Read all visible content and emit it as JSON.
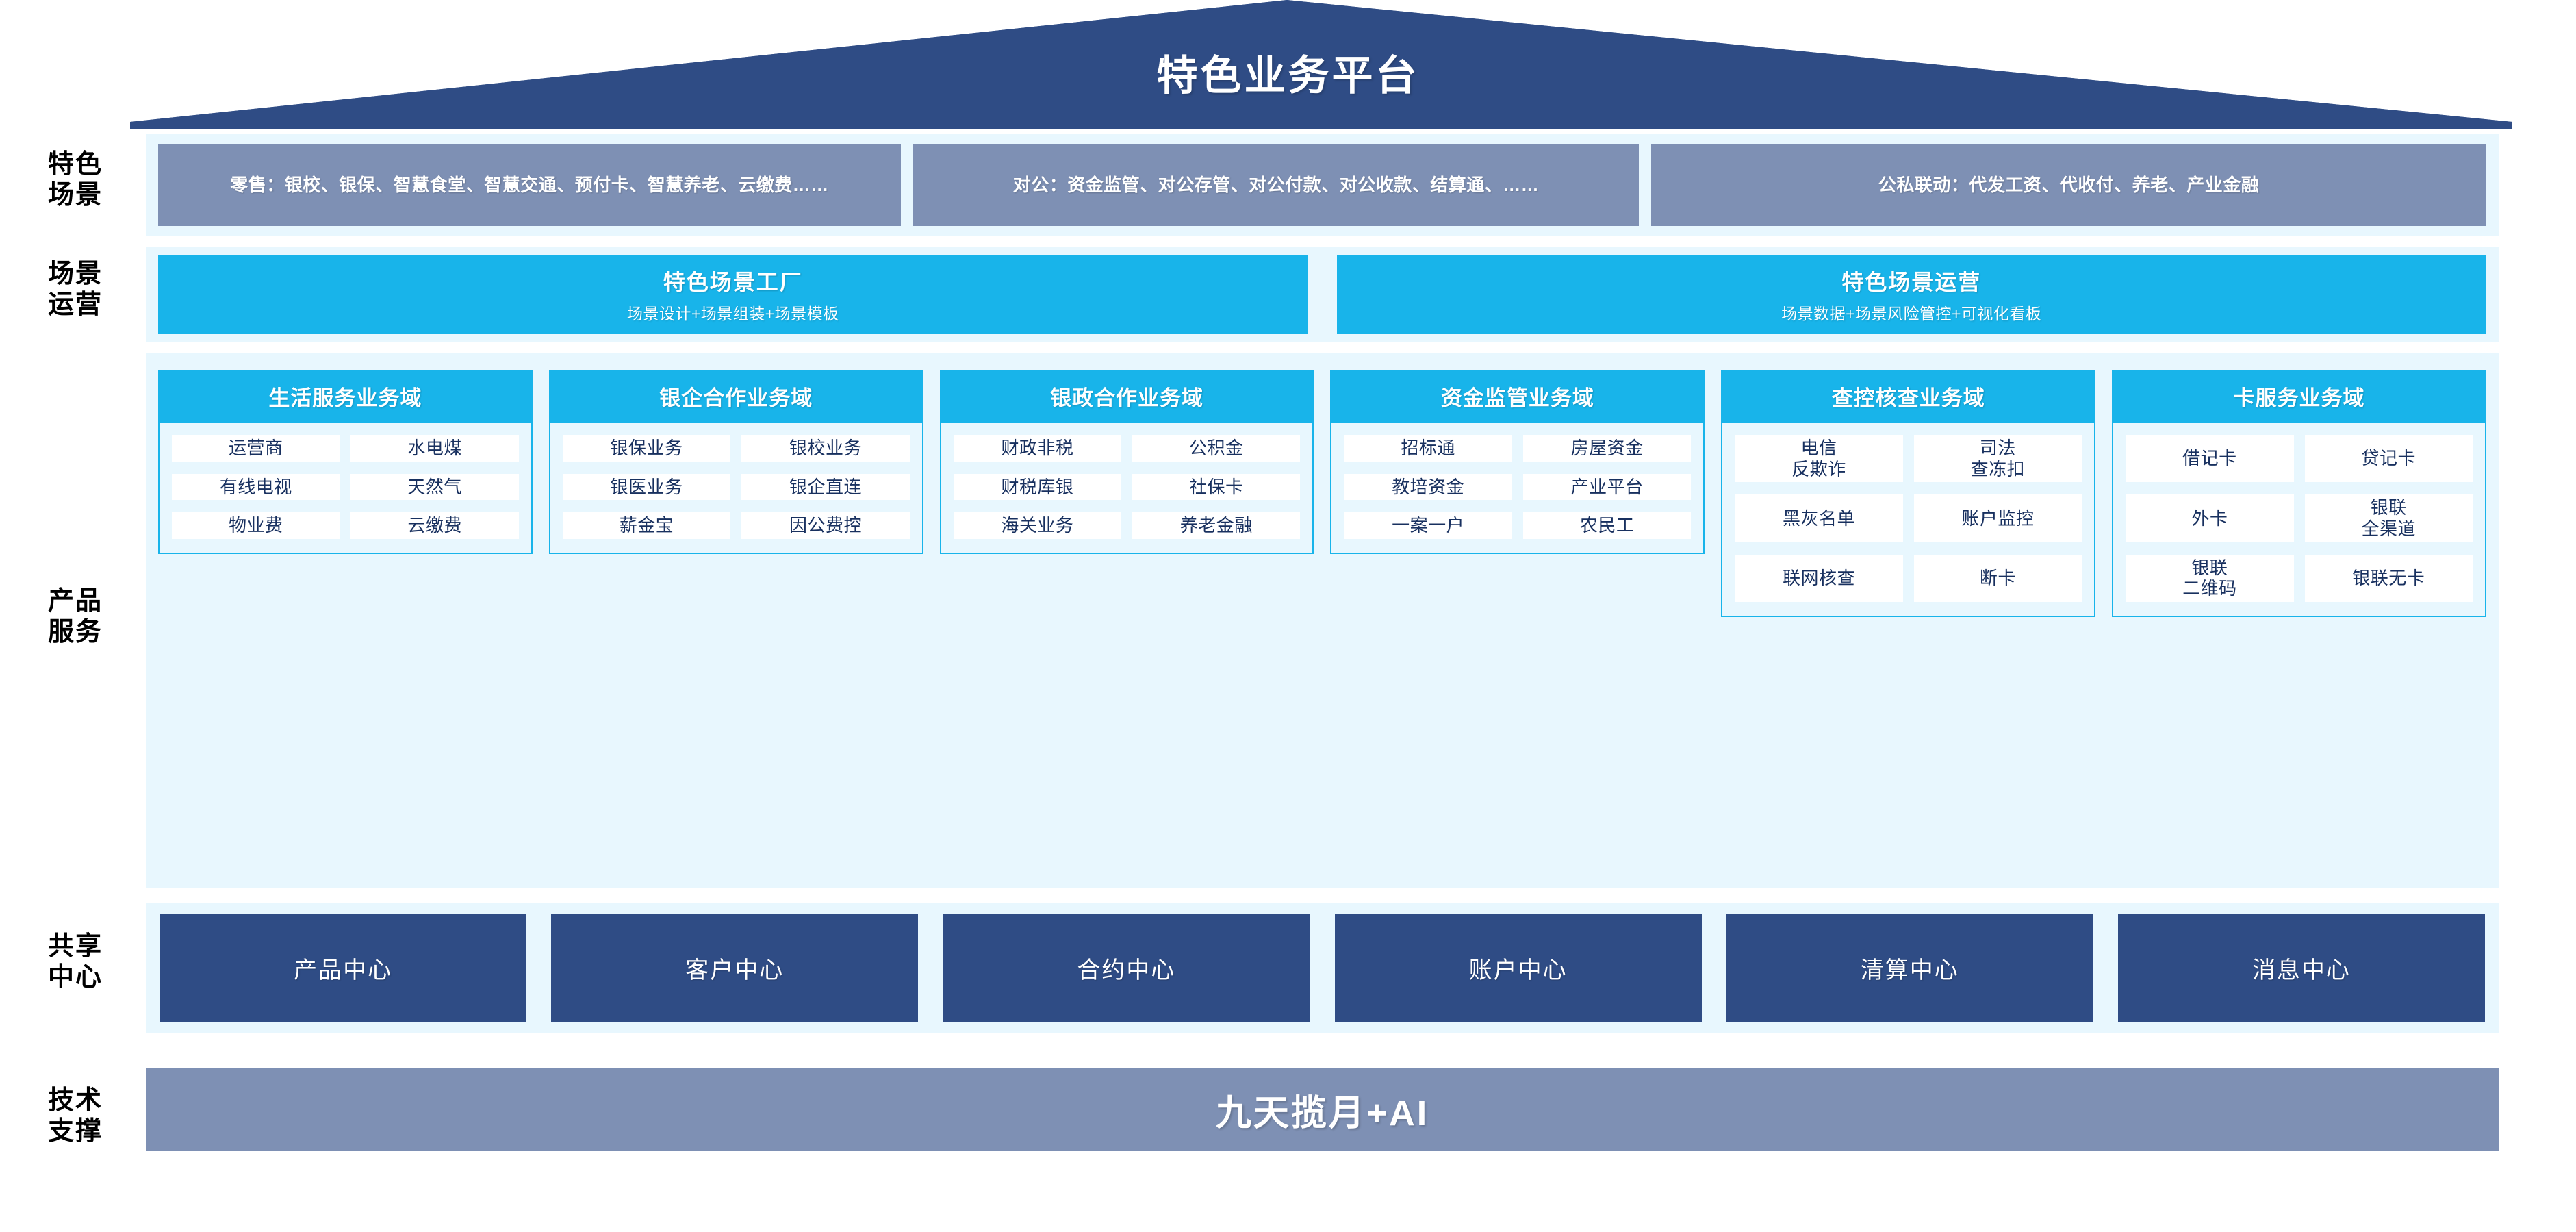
{
  "colors": {
    "roof_navy": "#2f4c85",
    "band_bg": "#e8f7fe",
    "scene_card": "#7e90b4",
    "accent_cyan": "#18b4ea",
    "deep_navy": "#2f4c85",
    "cell_text": "#18305f",
    "tech_bar": "#7e90b4"
  },
  "header": {
    "title": "特色业务平台"
  },
  "row_labels": {
    "scene": "特色\n场景",
    "operations": "场景\n运营",
    "products": "产品\n服务",
    "shared": "共享\n中心",
    "tech": "技术\n支撑"
  },
  "scenarios": {
    "cards": [
      {
        "label": "零售：银校、银保、智慧食堂、智慧交通、预付卡、智慧养老、云缴费……"
      },
      {
        "label": "对公：资金监管、对公存管、对公付款、对公收款、结算通、……"
      },
      {
        "label": "公私联动：代发工资、代收付、养老、产业金融"
      }
    ]
  },
  "operations": {
    "cards": [
      {
        "title": "特色场景工厂",
        "subtitle": "场景设计+场景组装+场景模板"
      },
      {
        "title": "特色场景运营",
        "subtitle": "场景数据+场景风险管控+可视化看板"
      }
    ]
  },
  "product_domains": [
    {
      "title": "生活服务业务域",
      "items": [
        "运营商",
        "水电煤",
        "有线电视",
        "天然气",
        "物业费",
        "云缴费"
      ]
    },
    {
      "title": "银企合作业务域",
      "items": [
        "银保业务",
        "银校业务",
        "银医业务",
        "银企直连",
        "薪金宝",
        "因公费控"
      ]
    },
    {
      "title": "银政合作业务域",
      "items": [
        "财政非税",
        "公积金",
        "财税库银",
        "社保卡",
        "海关业务",
        "养老金融"
      ]
    },
    {
      "title": "资金监管业务域",
      "items": [
        "招标通",
        "房屋资金",
        "教培资金",
        "产业平台",
        "一案一户",
        "农民工"
      ]
    },
    {
      "title": "查控核查业务域",
      "items": [
        "电信\n反欺诈",
        "司法\n查冻扣",
        "黑灰名单",
        "账户监控",
        "联网核查",
        "断卡"
      ]
    },
    {
      "title": "卡服务业务域",
      "items": [
        "借记卡",
        "贷记卡",
        "外卡",
        "银联\n全渠道",
        "银联\n二维码",
        "银联无卡"
      ]
    }
  ],
  "shared_centers": {
    "cards": [
      {
        "label": "产品中心"
      },
      {
        "label": "客户中心"
      },
      {
        "label": "合约中心"
      },
      {
        "label": "账户中心"
      },
      {
        "label": "清算中心"
      },
      {
        "label": "消息中心"
      }
    ]
  },
  "tech_support": {
    "label": "九天揽月+AI"
  }
}
